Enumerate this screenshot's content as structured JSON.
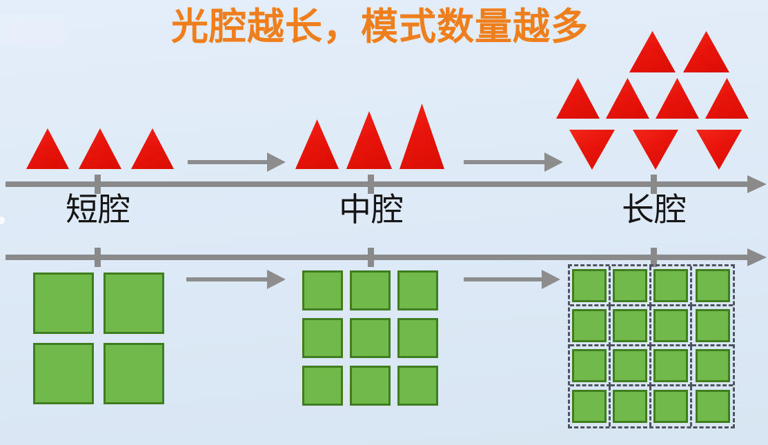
{
  "title": {
    "text": "光腔越长，模式数量越多"
  },
  "stages": [
    {
      "label": "短腔",
      "modes": 3,
      "mode_rows": [
        {
          "count": 3,
          "dir": "up"
        }
      ],
      "grid": {
        "rows": 2,
        "cols": 2,
        "cells": 4,
        "border": "solid"
      }
    },
    {
      "label": "中腔",
      "modes": 3,
      "mode_rows": [
        {
          "count": 3,
          "dir": "up"
        }
      ],
      "grid": {
        "rows": 3,
        "cols": 3,
        "cells": 9,
        "border": "solid"
      }
    },
    {
      "label": "长腔",
      "modes": 9,
      "mode_rows": [
        {
          "count": 2,
          "dir": "up"
        },
        {
          "count": 4,
          "dir": "up"
        },
        {
          "count": 3,
          "dir": "down"
        }
      ],
      "grid": {
        "rows": 4,
        "cols": 4,
        "cells": 16,
        "border": "dashed"
      }
    }
  ],
  "colors": {
    "title_orange": "#ef7f1d",
    "mode_red": "#e8140a",
    "cell_green": "#72b94c",
    "cell_border_green": "#3f7d1e",
    "axis_gray": "#8a8a8a",
    "dashed_border_gray": "#4d535e",
    "label_black": "#161616",
    "background_blue": "#dde9f6"
  }
}
